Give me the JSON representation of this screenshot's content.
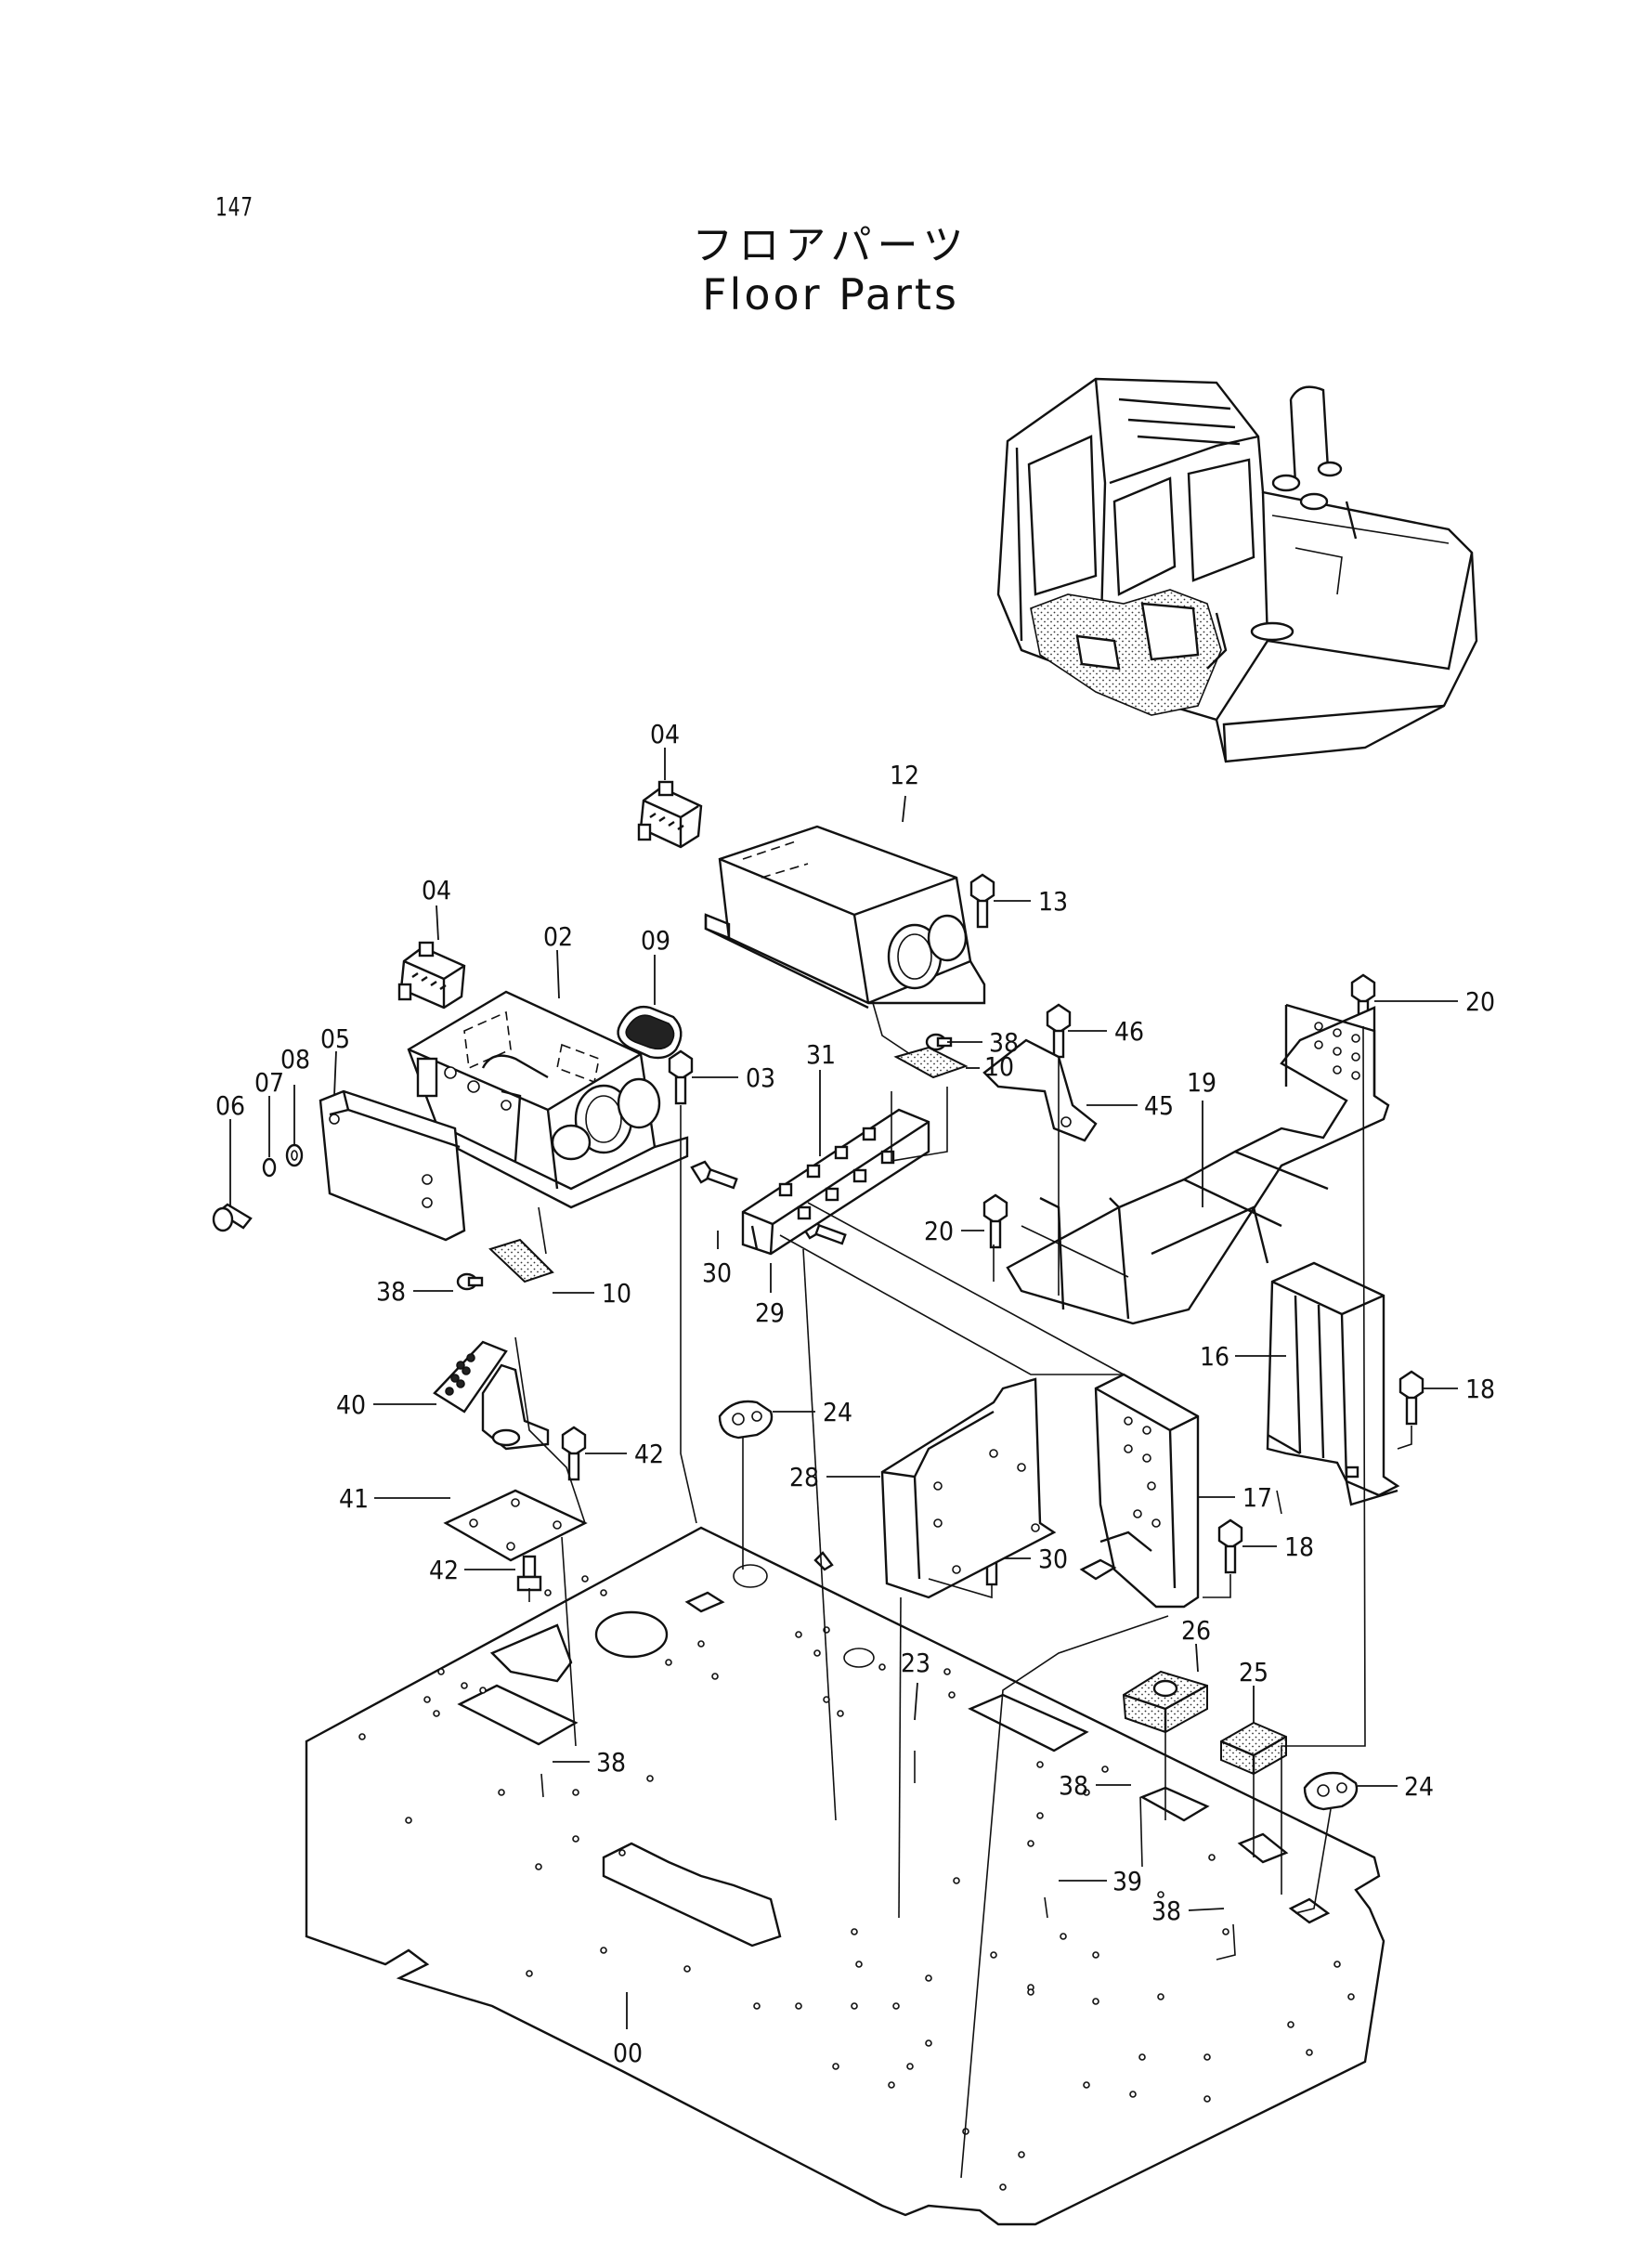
{
  "page_number": "147",
  "title_japanese": "フロアパーツ",
  "title_english": "Floor Parts",
  "part_labels": [
    "04",
    "12",
    "13",
    "04",
    "02",
    "09",
    "05",
    "06",
    "07",
    "08",
    "03",
    "31",
    "38",
    "46",
    "20",
    "10",
    "45",
    "19",
    "20",
    "30",
    "29",
    "38",
    "10",
    "40",
    "24",
    "42",
    "28",
    "16",
    "18",
    "17",
    "41",
    "42",
    "30",
    "18",
    "26",
    "23",
    "25",
    "38",
    "24",
    "38",
    "39",
    "38",
    "00"
  ]
}
